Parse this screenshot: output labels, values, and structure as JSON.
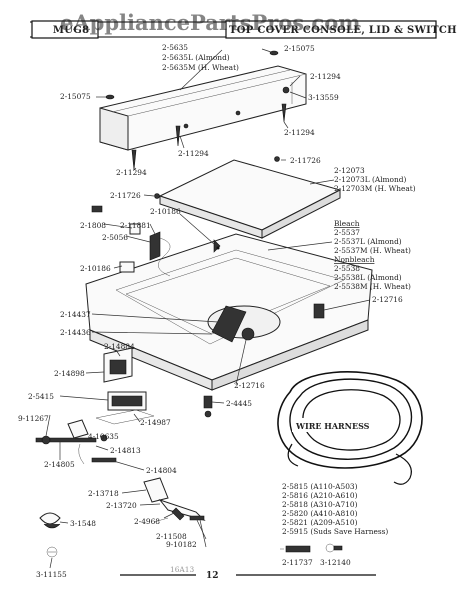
{
  "header": {
    "left": "     MUG8",
    "right": "TOP COVER CONSOLE, LID & SWITCH"
  },
  "watermark": "eAppliancePartsPros.com",
  "callouts": {
    "c_5635": "2-5635",
    "c_5635l": "2-5635L (Almond)",
    "c_5635m": "2-5635M (H. Wheat)",
    "c_15075_top": "2-15075",
    "c_11294_a": "2-11294",
    "c_15075_left": "2-15075",
    "c_13559": "3-13559",
    "c_11294_b": "2-11294",
    "c_11294_c": "2-11294",
    "c_11294_d": "2-11294",
    "c_11726_a": "2-11726",
    "c_12073": "2-12073",
    "c_12073l": "2-12073L (Almond)",
    "c_12703m": "2-12703M (H. Wheat)",
    "c_11726_b": "2-11726",
    "c_10186_a": "2-10186",
    "c_1808": "2-1808",
    "c_11881": "2-11881",
    "c_5056": "2-5056",
    "c_10186_b": "2-10186",
    "c_bleach": "Bleach",
    "c_5537": "2-5537",
    "c_5537l": "2-5537L (Almond)",
    "c_5537m": "2-5537M (H. Wheat)",
    "c_nonbleach": "Nonbleach",
    "c_5538": "2-5538",
    "c_5538l": "2-5538L (Almond)",
    "c_5538m": "2-5538M (H. Wheat)",
    "c_12716_a": "2-12716",
    "c_14437": "2-14437",
    "c_14436": "2-14436",
    "c_14884": "2-14884",
    "c_14898": "2-14898",
    "c_12716_b": "2-12716",
    "c_5415": "2-5415",
    "c_4445": "2-4445",
    "c_11267": "9-11267",
    "c_14987": "2-14987",
    "c_10635": "4-10635",
    "c_14813": "2-14813",
    "c_14805": "2-14805",
    "c_14804": "2-14804",
    "c_13718": "2-13718",
    "c_13720": "2-13720",
    "c_4968": "2-4968",
    "c_1548": "3-1548",
    "c_11508": "2-11508",
    "c_10182": "9-10182",
    "c_11155": "3-11155",
    "c_11737": "2-11737",
    "c_12140": "3-12140"
  },
  "harness": {
    "title": "WIRE HARNESS",
    "p_5815": "2-5815 (A110-A503)",
    "p_5816": "2-5816 (A210-A610)",
    "p_5818": "2-5818 (A310-A710)",
    "p_5820": "2-5820 (A410-A810)",
    "p_5821": "2-5821 (A209-A510)",
    "p_5915": "2-5915 (Suds Save Harness)"
  },
  "footer": {
    "left_code": "16A13",
    "page": "12"
  }
}
